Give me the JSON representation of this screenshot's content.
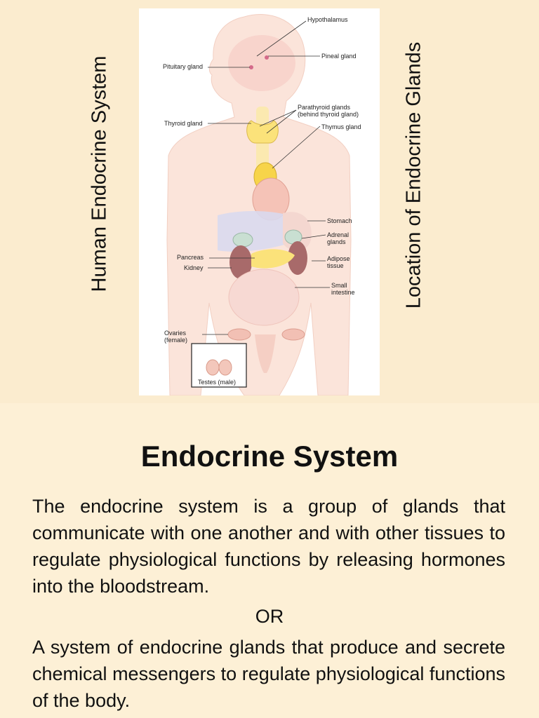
{
  "side_titles": {
    "left": "Human Endocrine System",
    "right": "Location of Endocrine Glands"
  },
  "figure": {
    "labels": {
      "hypothalamus": "Hypothalamus",
      "pineal_gland": "Pineal gland",
      "pituitary_gland": "Pituitary gland",
      "parathyroid_glands": "Parathyroid glands",
      "parathyroid_note": "(behind thyroid gland)",
      "thyroid_gland": "Thyroid gland",
      "thymus_gland": "Thymus gland",
      "stomach": "Stomach",
      "adrenal_line1": "Adrenal",
      "adrenal_line2": "glands",
      "pancreas": "Pancreas",
      "adipose_line1": "Adipose",
      "adipose_line2": "tissue",
      "kidney": "Kidney",
      "small_intestine_line1": "Small",
      "small_intestine_line2": "intestine",
      "ovaries_line1": "Ovaries",
      "ovaries_line2": "(female)",
      "testes": "Testes (male)"
    }
  },
  "content": {
    "heading": "Endocrine System",
    "definition_1": "The endocrine system is a group of glands that communicate with one another and with other tissues to regulate physiological functions by releasing hormones into the bloodstream.",
    "separator": "OR",
    "definition_2": "A system of endocrine glands that produce and secrete chemical messengers to regulate physiological functions of the body."
  }
}
